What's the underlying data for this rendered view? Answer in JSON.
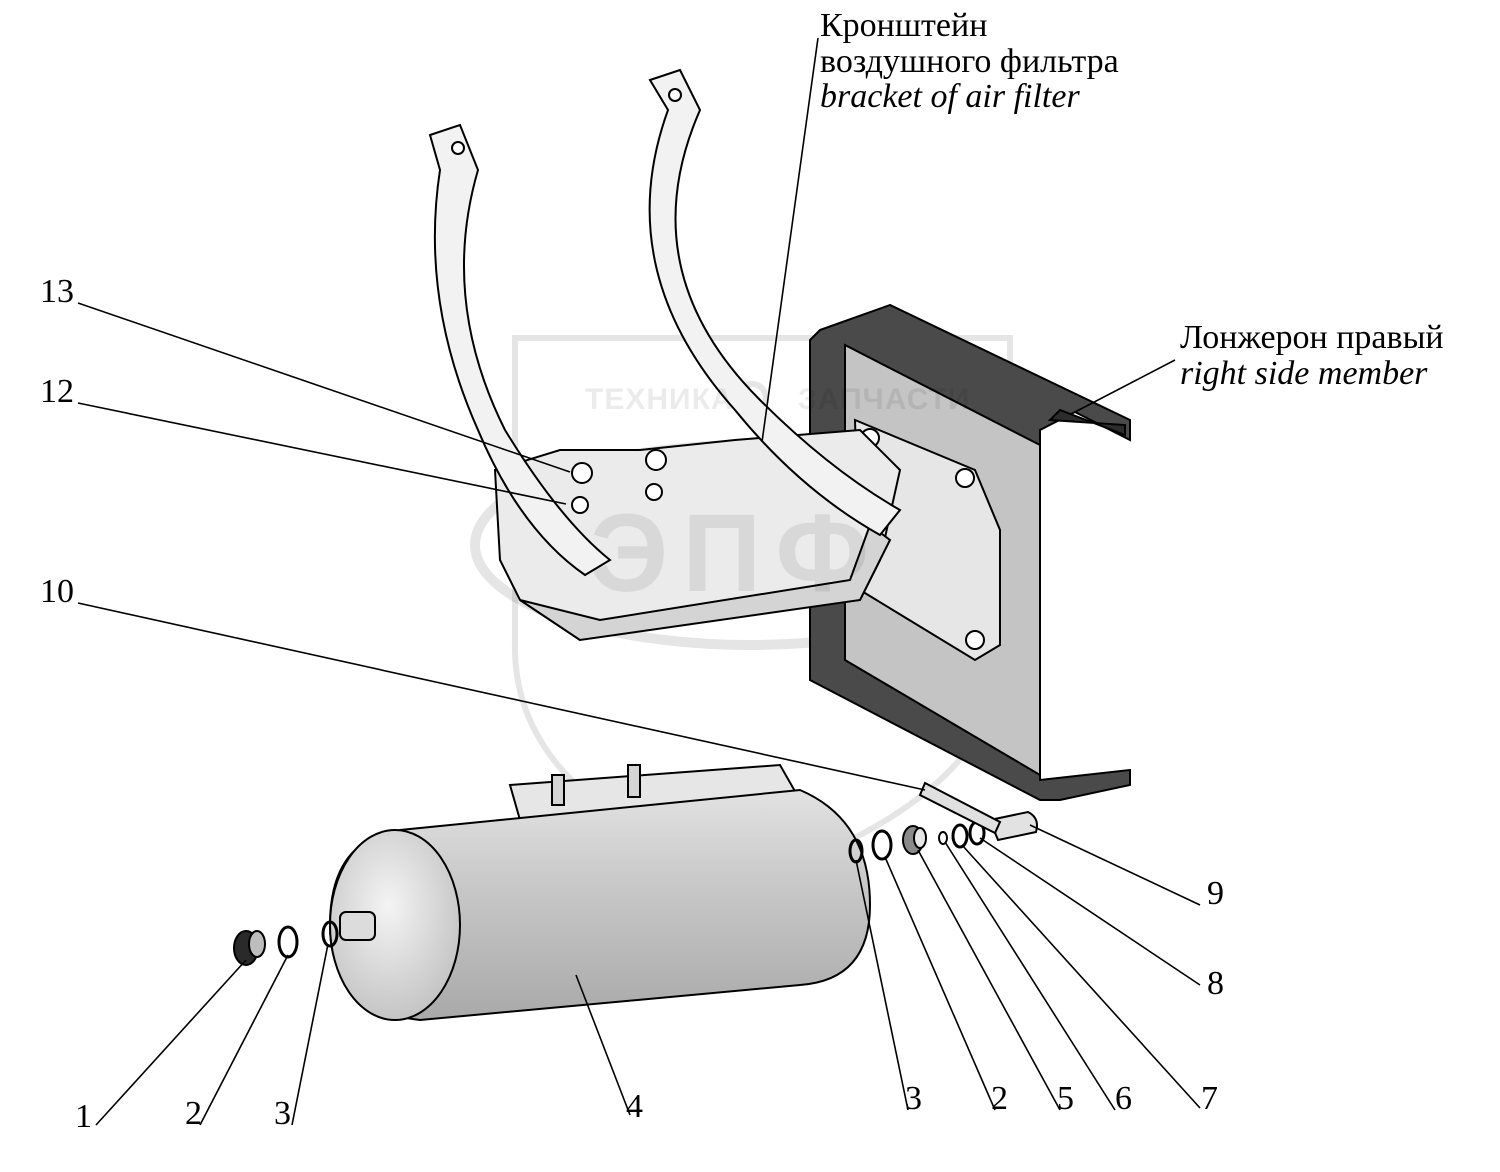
{
  "labels": {
    "bracket": {
      "ru_line1": "Кронштейн",
      "ru_line2": "воздушного фильтра",
      "en": "bracket of air filter"
    },
    "side_member": {
      "ru": "Лонжерон правый",
      "en": "right side member"
    }
  },
  "callouts": {
    "n13": "13",
    "n12": "12",
    "n10": "10",
    "n9": "9",
    "n8": "8",
    "n1": "1",
    "n2a": "2",
    "n3a": "3",
    "n4": "4",
    "n3b": "3",
    "n2b": "2",
    "n5": "5",
    "n6": "6",
    "n7": "7"
  },
  "watermark": {
    "left": "ТЕХНИКА",
    "right": "ЗАПЧАСТИ",
    "logo": "ЭПФ"
  },
  "colors": {
    "part_light": "#e9e9e9",
    "part_mid": "#d2d2d2",
    "member_dark": "#4a4a4a",
    "member_face": "#bdbdbd",
    "tank": "#c4c4c4"
  }
}
